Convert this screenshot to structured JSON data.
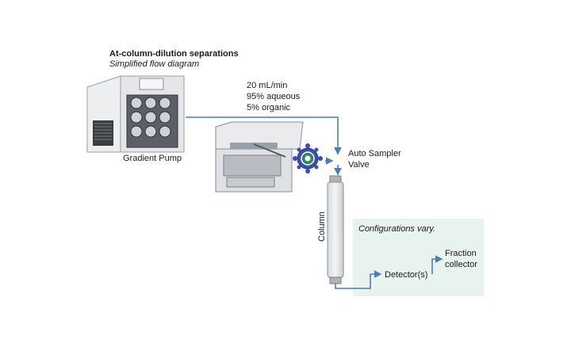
{
  "diagram": {
    "title": "At-column-dilution separations",
    "subtitle": "Simplified flow diagram",
    "flow_conditions": [
      "20 mL/min",
      "95% aqueous",
      "5% organic"
    ],
    "labels": {
      "pump": "Gradient Pump",
      "valve_line1": "Auto Sampler",
      "valve_line2": "Valve",
      "column": "Column",
      "config_note": "Configurations vary.",
      "detector": "Detector(s)",
      "collector_line1": "Fraction",
      "collector_line2": "collector"
    },
    "colors": {
      "flow_line": "#4a7fb5",
      "config_box": "#e8f2ee",
      "valve_body": "#3b4fb0",
      "valve_ring": "#2e8a5a"
    }
  }
}
